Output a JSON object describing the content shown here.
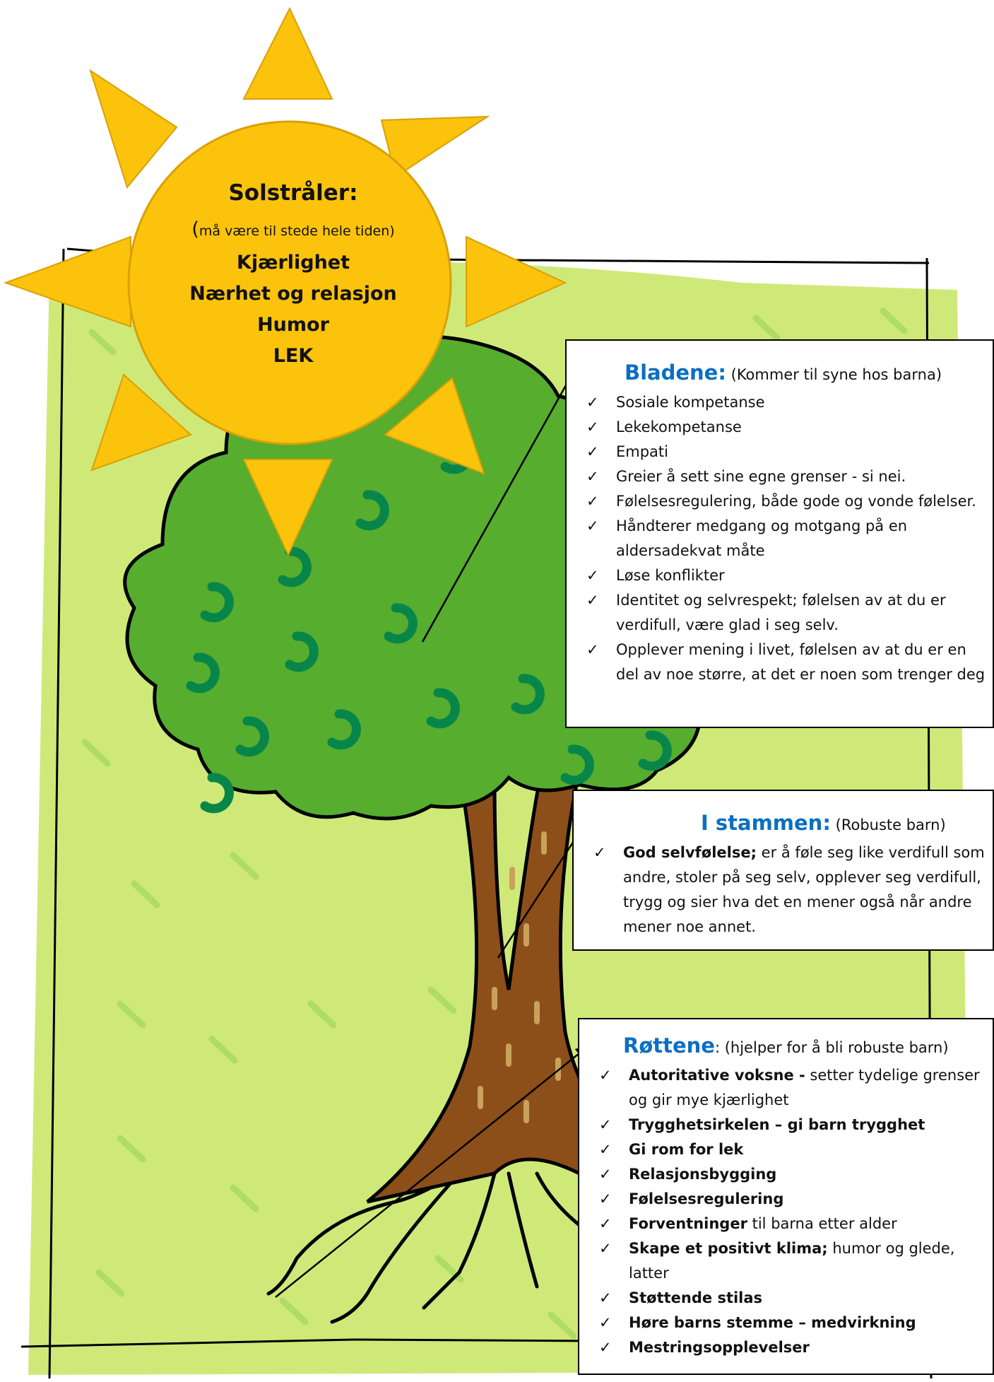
{
  "sun": {
    "title": "Solstråler:",
    "subtitle_open": "(",
    "subtitle": "må være til stede hele tiden)",
    "items": [
      "Kjærlighet",
      "Nærhet og relasjon",
      "Humor",
      "LEK"
    ]
  },
  "leaves": {
    "heading": "Bladene:",
    "subheading": "(Kommer til syne hos barna)",
    "items": [
      "Sosiale kompetanse",
      "Lekekompetanse",
      "Empati",
      "Greier å sett sine egne grenser - si nei.",
      "Følelsesregulering, både gode og vonde følelser.",
      "Håndterer medgang og motgang på en aldersadekvat måte",
      "Løse konflikter",
      "Identitet og selvrespekt; følelsen av at du er verdifull, være glad i seg selv."
    ],
    "last_item_a": "Opplever mening i livet",
    "last_item_b": ", følelsen av at du er en del av noe større, at det er noen som trenger deg"
  },
  "trunk": {
    "heading": "I stammen:",
    "subheading": "(Robuste barn)",
    "item_bold": "God selvfølelse;",
    "item_rest": " er å føle seg like verdifull som andre, stoler på seg selv, opplever seg verdifull, trygg og sier hva det en mener også når andre mener noe annet."
  },
  "roots": {
    "heading": "Røttene",
    "heading_colon": ":",
    "subheading": " (hjelper for å bli robuste barn)",
    "items": [
      {
        "bold": "Autoritative voksne -",
        "rest": " setter tydelige grenser og gir mye kjærlighet"
      },
      {
        "bold": "Trygghetsirkelen – gi barn trygghet",
        "rest": ""
      },
      {
        "bold": "Gi rom for lek",
        "rest": ""
      },
      {
        "bold": "Relasjonsbygging",
        "rest": ""
      },
      {
        "bold": "Følelsesregulering",
        "rest": ""
      },
      {
        "bold": "Forventninger",
        "rest": " til barna etter alder"
      },
      {
        "bold": "Skape et positivt klima;",
        "rest": " humor og glede, latter"
      },
      {
        "bold": "Støttende stilas",
        "rest": ""
      },
      {
        "bold": "Høre barns stemme – medvirkning",
        "rest": ""
      },
      {
        "bold": "Mestringsopplevelser",
        "rest": ""
      }
    ]
  },
  "check_glyph": "✓",
  "colors": {
    "sun": "#fbc30b",
    "sun_edge": "#d9a007",
    "grass": "#cfe979",
    "grass_dash": "#aedc64",
    "leaf_light": "#57ad2e",
    "leaf_swirl": "#08864a",
    "trunk": "#8c4f1a",
    "trunk_mark": "#c9a25a",
    "heading_blue": "#0b6fc1"
  }
}
